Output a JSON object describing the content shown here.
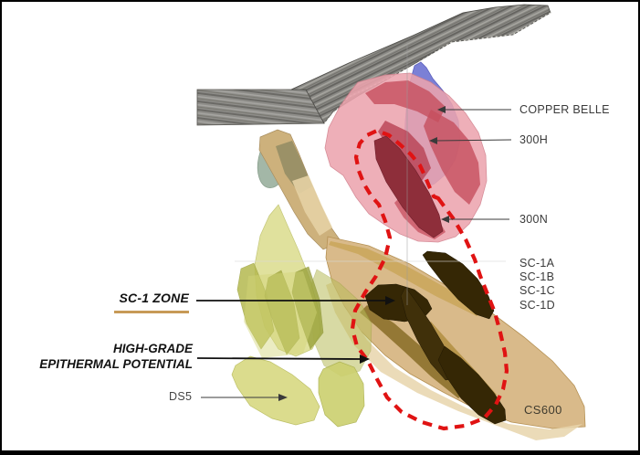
{
  "figure": {
    "type": "3d-geological-model",
    "description": "3D model of mineralized zones beneath a rock slab with annotated zone labels"
  },
  "labels": {
    "copper_belle": "COPPER BELLE",
    "h300": "300H",
    "n300": "300N",
    "sc_list": [
      "SC-1A",
      "SC-1B",
      "SC-1C",
      "SC-1D"
    ],
    "cs600": "CS600",
    "sc1_zone": "SC-1 ZONE",
    "high_grade_line1": "HIGH-GRADE",
    "high_grade_line2": "EPITHERMAL POTENTIAL",
    "ds5": "DS5"
  },
  "zones": [
    {
      "name": "Copper Belle",
      "color": "#7b80d6"
    },
    {
      "name": "300H",
      "color": "#c64f5e"
    },
    {
      "name": "300N",
      "color": "#8e2e3a"
    },
    {
      "name": "SC-1 lenses",
      "color": "#352705"
    },
    {
      "name": "CS600 host body",
      "color": "#d9ba8a"
    },
    {
      "name": "DS5",
      "color": "#d9da85"
    },
    {
      "name": "Rock slab",
      "color": "#8f8e8a"
    }
  ],
  "colors": {
    "dashed_outline_red": "#e01313",
    "sc1_underline_gold": "#c79a56",
    "leader_line": "#3a3a3a",
    "label_text": "#3a3a3a"
  }
}
